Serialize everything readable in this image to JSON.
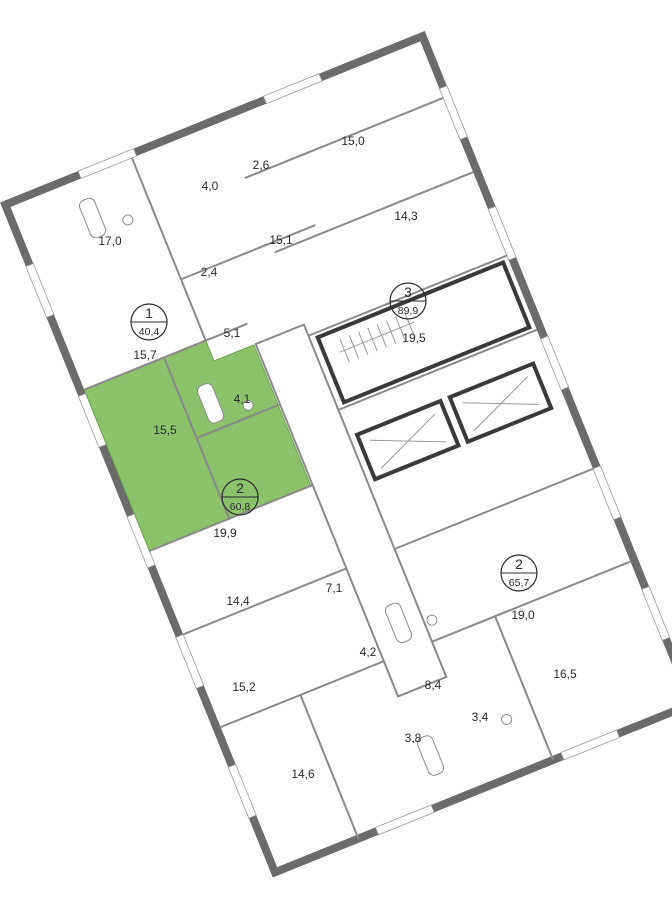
{
  "selected_apartment": {
    "rooms": "1",
    "area": "40,4",
    "highlight_color": "#8dc26b"
  },
  "apartments": [
    {
      "rooms": "2",
      "area": "60,8"
    },
    {
      "rooms": "3",
      "area": "89,9"
    },
    {
      "rooms": "2",
      "area": "65,7"
    }
  ],
  "room_areas": {
    "r1": "17,0",
    "r2": "4,0",
    "r3": "2,6",
    "r4": "15,0",
    "r5": "15,1",
    "r6": "14,3",
    "r7": "2,4",
    "r8": "5,1",
    "r9": "15,7",
    "r10": "19,5",
    "r11": "4,1",
    "r12": "15,5",
    "r13": "19,9",
    "r14": "7,1",
    "r15": "14,4",
    "r16": "4,2",
    "r17": "19,0",
    "r18": "15,2",
    "r19": "8,4",
    "r20": "16,5",
    "r21": "3,8",
    "r22": "3,4",
    "r23": "14,6"
  }
}
